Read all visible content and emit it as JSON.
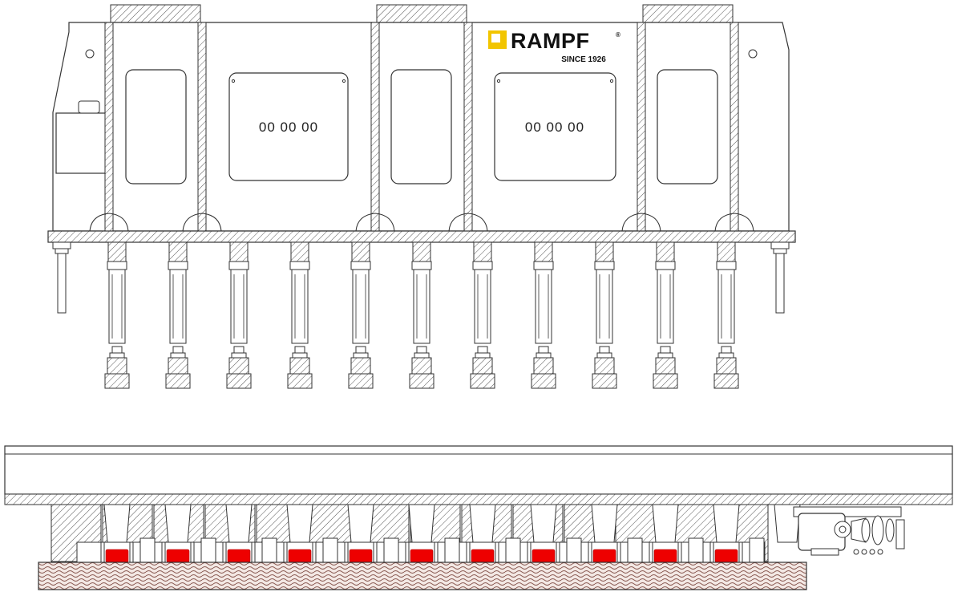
{
  "logo": {
    "name": "RAMPF",
    "registered": "®",
    "tagline": "SINCE 1926",
    "brand_color": "#f2c500",
    "text_color": "#111111"
  },
  "panels": [
    {
      "label": "00 00 00"
    },
    {
      "label": "00 00 00"
    }
  ],
  "colors": {
    "line": "#333333",
    "hatch": "#555555",
    "seal": "#ee0000",
    "workpiece": "#8a5a52",
    "workpiece_bg": "#f3e8e4"
  },
  "counts": {
    "spindles": 11,
    "nozzles": 11,
    "upper_ports": 12,
    "blocks": 14
  }
}
